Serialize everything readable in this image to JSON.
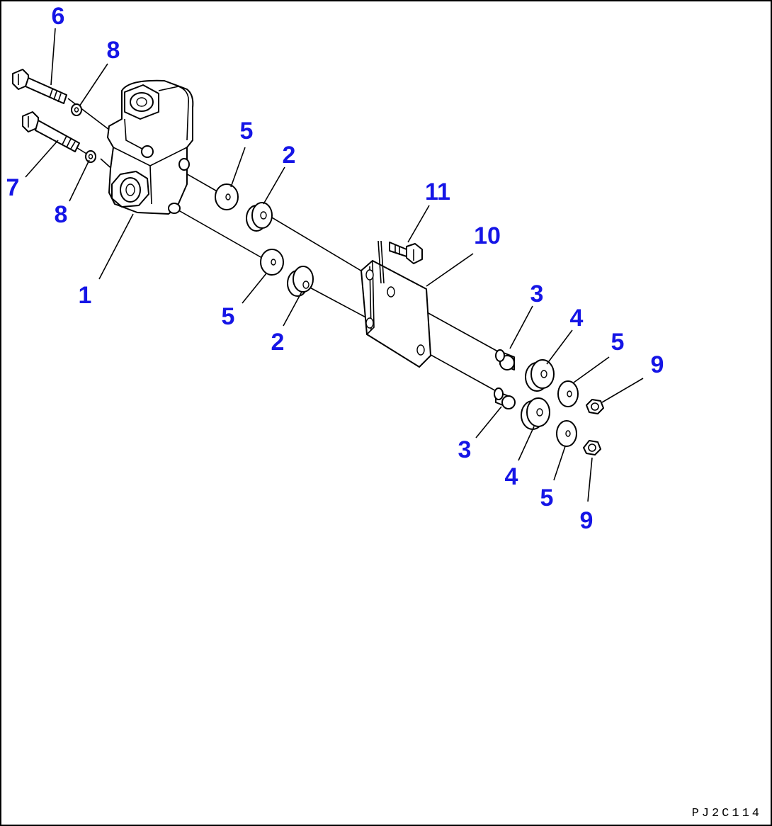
{
  "drawing": {
    "code": "PJ2C114",
    "callouts": {
      "c1": "1",
      "c2a": "2",
      "c2b": "2",
      "c3a": "3",
      "c3b": "3",
      "c4a": "4",
      "c4b": "4",
      "c5a": "5",
      "c5b": "5",
      "c5c": "5",
      "c5d": "5",
      "c6": "6",
      "c7": "7",
      "c8a": "8",
      "c8b": "8",
      "c9a": "9",
      "c9b": "9",
      "c10": "10",
      "c11": "11"
    }
  },
  "colors": {
    "callout": "#1515e6",
    "line": "#000000",
    "background": "#ffffff"
  }
}
